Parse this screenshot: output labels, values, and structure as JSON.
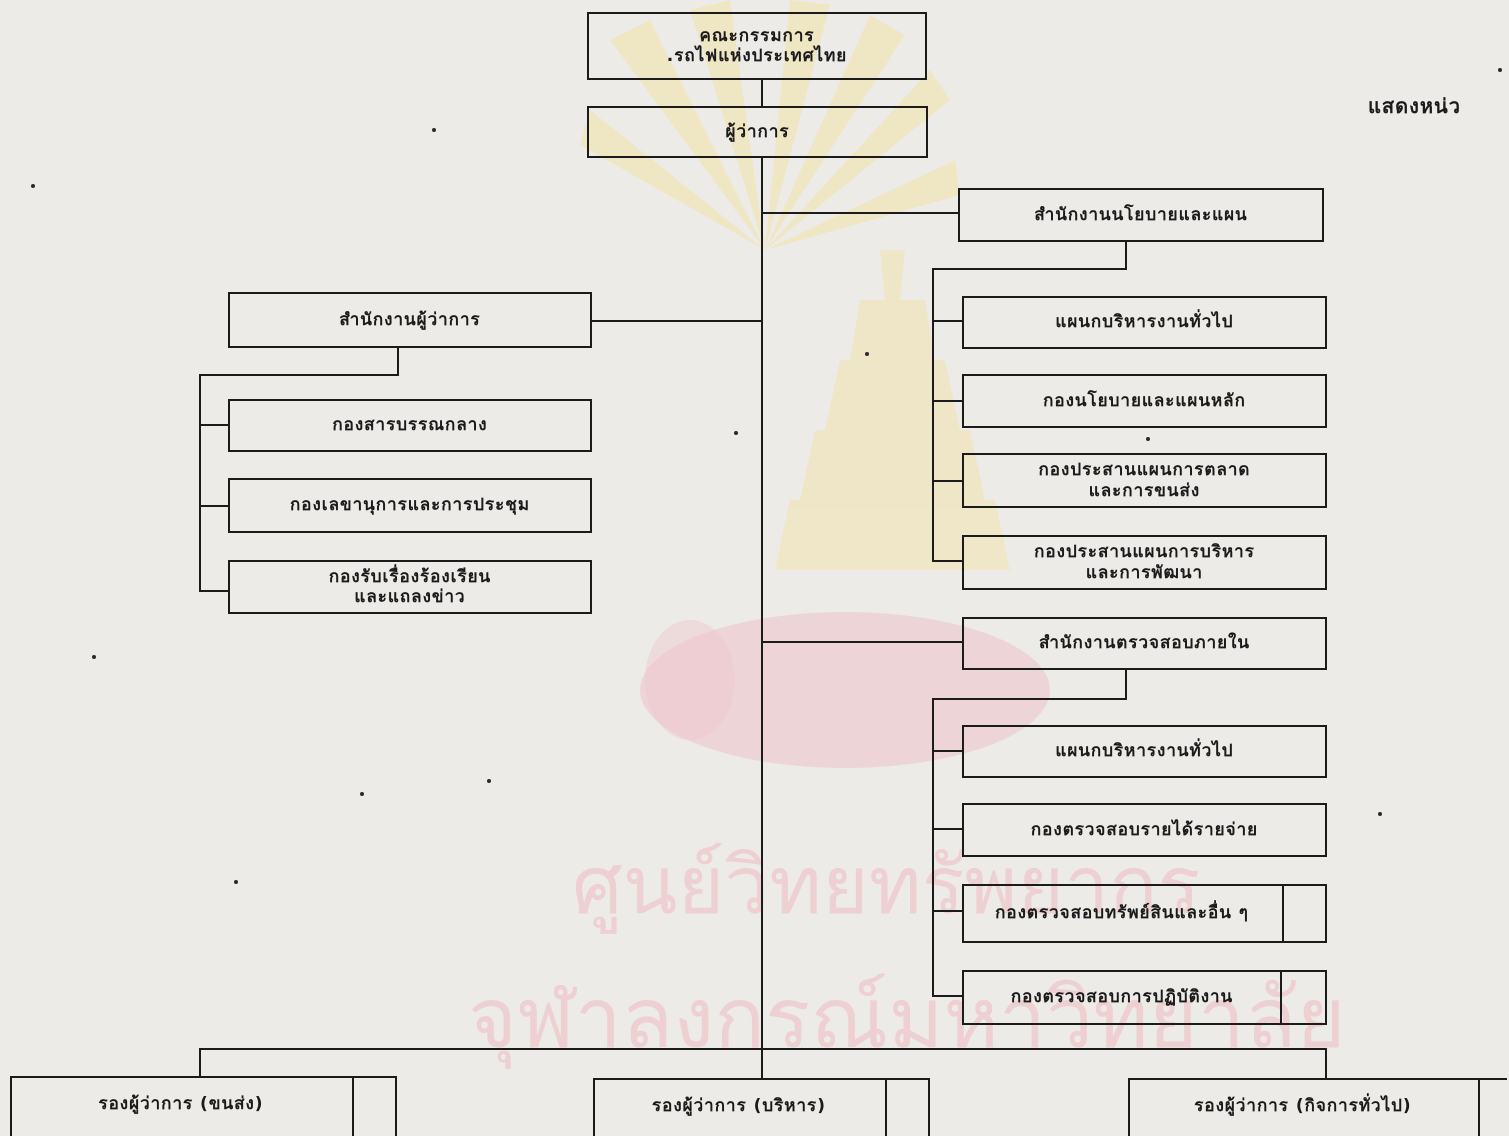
{
  "title_fragment": "แสดงหน่ว",
  "board": {
    "line1": "คณะกรรมการ",
    "line2": ".รถไฟแห่งประเทศไทย"
  },
  "governor": {
    "label": "ผู้ว่าการ"
  },
  "governor_office": {
    "label": "สำนักงานผู้ว่าการ",
    "units": [
      {
        "line1": "กองสารบรรณกลาง"
      },
      {
        "line1": "กองเลขานุการและการประชุม"
      },
      {
        "line1": "กองรับเรื่องร้องเรียน",
        "line2": "และแถลงข่าว"
      }
    ]
  },
  "policy_office": {
    "label": "สำนักงานนโยบายและแผน",
    "units": [
      {
        "line1": "แผนกบริหารงานทั่วไป"
      },
      {
        "line1": "กองนโยบายและแผนหลัก"
      },
      {
        "line1": "กองประสานแผนการตลาด",
        "line2": "และการขนส่ง"
      },
      {
        "line1": "กองประสานแผนการบริหาร",
        "line2": "และการพัฒนา"
      }
    ]
  },
  "audit_office": {
    "label": "สำนักงานตรวจสอบภายใน",
    "units": [
      {
        "line1": "แผนกบริหารงานทั่วไป"
      },
      {
        "line1": "กองตรวจสอบรายได้รายจ่าย"
      },
      {
        "line1": "กองตรวจสอบทรัพย์สินและอื่น ๆ"
      },
      {
        "line1": "กองตรวจสอบการปฏิบัติงาน"
      }
    ]
  },
  "deputy_governors": [
    {
      "label": "รองผู้ว่าการ (ขนส่ง)"
    },
    {
      "label": "รองผู้ว่าการ (บริหาร)"
    },
    {
      "label": "รองผู้ว่าการ (กิจการทั่วไป)"
    }
  ],
  "watermark": {
    "line1": "ศูนย์วิทยทรัพยากร",
    "line2": "จุฬาลงกรณ์มหาวิทยาลัย"
  },
  "colors": {
    "paper": "#ecebe8",
    "ink": "#1b1b1b",
    "watermark_pink": "#efc6cb",
    "seal_yellow": "#f2e3a8"
  }
}
